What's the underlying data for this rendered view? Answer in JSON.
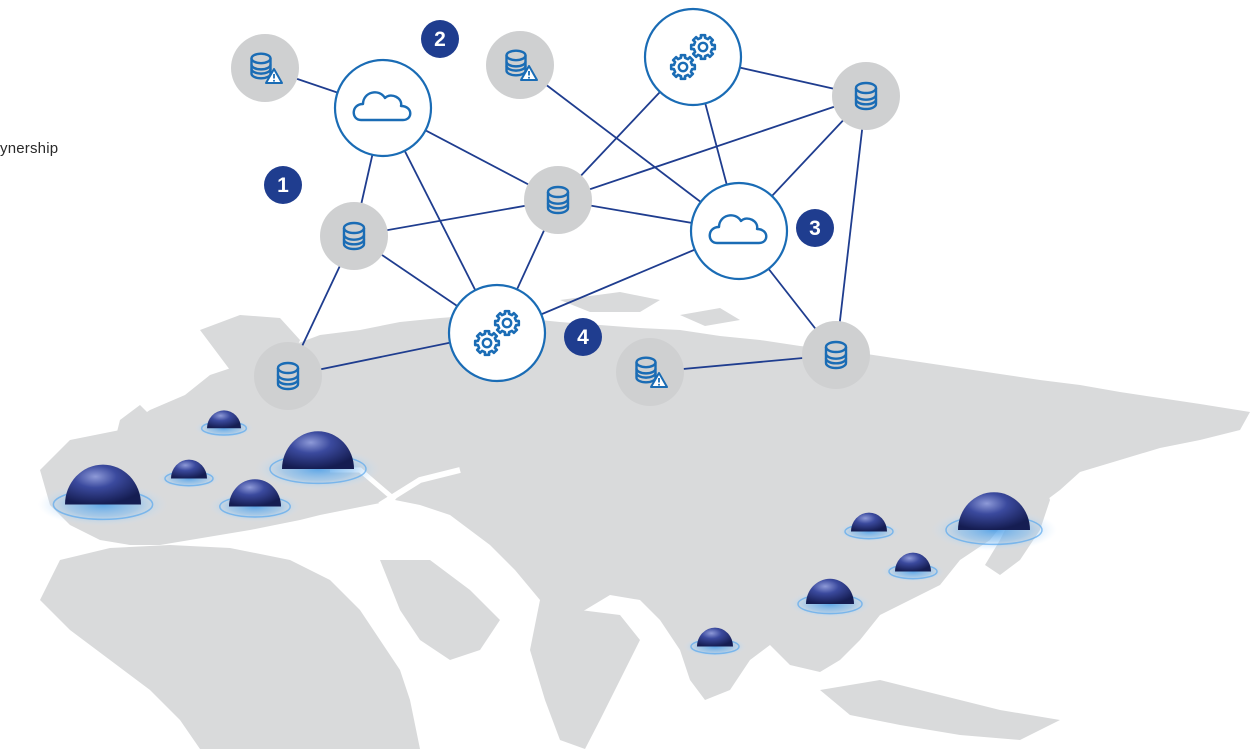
{
  "partial_text": "ynership",
  "badges": [
    {
      "id": "badge-1",
      "label": "1"
    },
    {
      "id": "badge-2",
      "label": "2"
    },
    {
      "id": "badge-3",
      "label": "3"
    },
    {
      "id": "badge-4",
      "label": "4"
    }
  ],
  "nodes": [
    {
      "id": "warning-db-a",
      "kind": "db-warning"
    },
    {
      "id": "cloud-left",
      "kind": "cloud"
    },
    {
      "id": "warning-db-b",
      "kind": "db-warning"
    },
    {
      "id": "gears-top",
      "kind": "gears"
    },
    {
      "id": "db-top-right",
      "kind": "db"
    },
    {
      "id": "db-center",
      "kind": "db"
    },
    {
      "id": "db-left",
      "kind": "db"
    },
    {
      "id": "cloud-right",
      "kind": "cloud"
    },
    {
      "id": "gears-center",
      "kind": "gears"
    },
    {
      "id": "db-bottom-left",
      "kind": "db"
    },
    {
      "id": "warning-db-c",
      "kind": "db-warning"
    },
    {
      "id": "db-bottom-right",
      "kind": "db"
    }
  ],
  "edges": [
    [
      "warning-db-a",
      "cloud-left"
    ],
    [
      "cloud-left",
      "db-left"
    ],
    [
      "cloud-left",
      "gears-center"
    ],
    [
      "cloud-left",
      "db-center"
    ],
    [
      "warning-db-b",
      "cloud-right"
    ],
    [
      "gears-top",
      "db-center"
    ],
    [
      "gears-top",
      "cloud-right"
    ],
    [
      "gears-top",
      "db-top-right"
    ],
    [
      "db-top-right",
      "db-center"
    ],
    [
      "db-top-right",
      "cloud-right"
    ],
    [
      "db-top-right",
      "db-bottom-right"
    ],
    [
      "db-center",
      "db-left"
    ],
    [
      "db-center",
      "cloud-right"
    ],
    [
      "db-center",
      "gears-center"
    ],
    [
      "db-left",
      "gears-center"
    ],
    [
      "db-left",
      "db-bottom-left"
    ],
    [
      "cloud-right",
      "gears-center"
    ],
    [
      "cloud-right",
      "db-bottom-right"
    ],
    [
      "gears-center",
      "db-bottom-left"
    ],
    [
      "warning-db-c",
      "db-bottom-right"
    ]
  ],
  "colors": {
    "map": "#d9dadb",
    "edge": "#1f3d8f",
    "icon": "#1a6cb5",
    "node_gray": "#cfd0d1",
    "badge": "#1f3d8f",
    "warning": "#1a6cb5"
  },
  "hotspots": [
    {
      "id": "hotspot-europe-w"
    },
    {
      "id": "hotspot-europe-n"
    },
    {
      "id": "hotspot-europe-c"
    },
    {
      "id": "hotspot-europe-s"
    },
    {
      "id": "hotspot-scandinavia"
    },
    {
      "id": "hotspot-japan"
    },
    {
      "id": "hotspot-korea"
    },
    {
      "id": "hotspot-japan-s"
    },
    {
      "id": "hotspot-china-e"
    },
    {
      "id": "hotspot-se-asia"
    }
  ]
}
